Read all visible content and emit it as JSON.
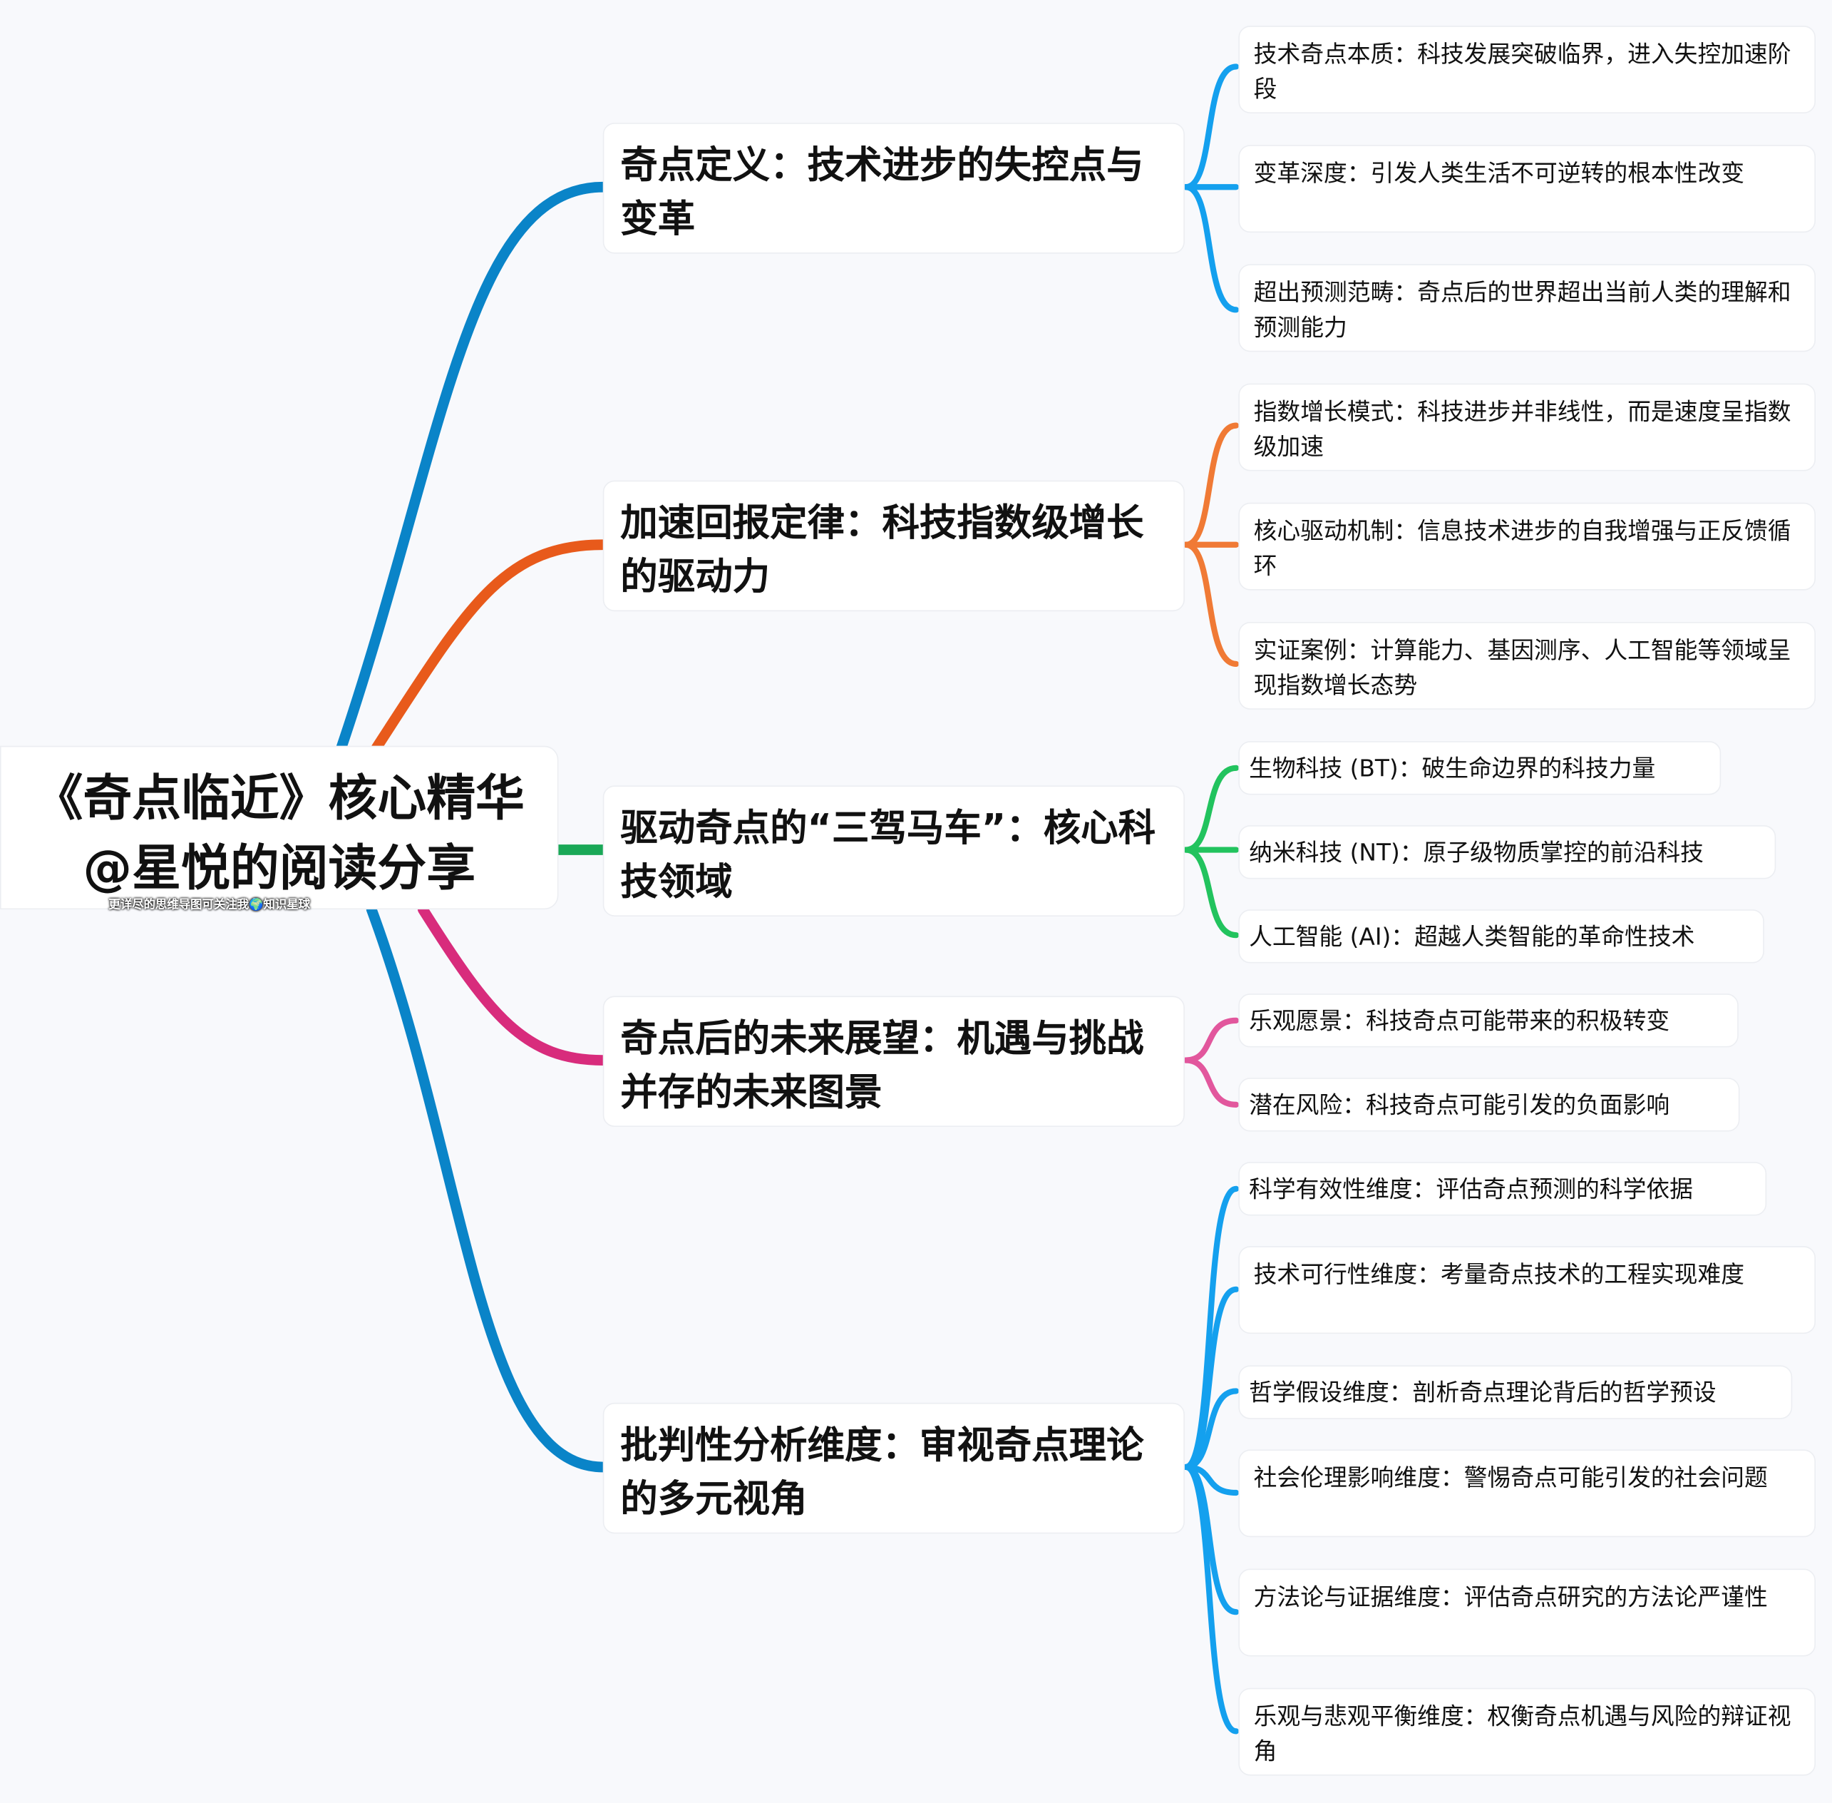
{
  "root": {
    "title_line1": "《奇点临近》核心精华",
    "title_line2": "@星悦的阅读分享",
    "caption": "更详尽的思维导图可关注我🌍知识星球"
  },
  "colors": {
    "branch1": "#0a84c8",
    "branch2": "#e85a1b",
    "branch3": "#1aa857",
    "branch4": "#d82c7c",
    "branch5": "#0a84c8"
  },
  "branches": [
    {
      "title": "奇点定义：技术进步的失控点与变革",
      "leaves": [
        "技术奇点本质：科技发展突破临界，进入失控加速阶段",
        "变革深度：引发人类生活不可逆转的根本性改变",
        "超出预测范畴：奇点后的世界超出当前人类的理解和预测能力"
      ]
    },
    {
      "title": "加速回报定律：科技指数级增长的驱动力",
      "leaves": [
        "指数增长模式：科技进步并非线性，而是速度呈指数级加速",
        "核心驱动机制：信息技术进步的自我增强与正反馈循环",
        "实证案例：计算能力、基因测序、人工智能等领域呈现指数增长态势"
      ]
    },
    {
      "title": "驱动奇点的“三驾马车”：核心科技领域",
      "leaves": [
        "生物科技 (BT)：破生命边界的科技力量",
        "纳米科技 (NT)：原子级物质掌控的前沿科技",
        "人工智能 (AI)：超越人类智能的革命性技术"
      ]
    },
    {
      "title": "奇点后的未来展望：机遇与挑战并存的未来图景",
      "leaves": [
        "乐观愿景：科技奇点可能带来的积极转变",
        "潜在风险：科技奇点可能引发的负面影响"
      ]
    },
    {
      "title": "批判性分析维度：审视奇点理论的多元视角",
      "leaves": [
        "科学有效性维度：评估奇点预测的科学依据",
        "技术可行性维度：考量奇点技术的工程实现难度",
        "哲学假设维度：剖析奇点理论背后的哲学预设",
        "社会伦理影响维度：警惕奇点可能引发的社会问题",
        "方法论与证据维度：评估奇点研究的方法论严谨性",
        "乐观与悲观平衡维度：权衡奇点机遇与风险的辩证视角"
      ]
    }
  ]
}
